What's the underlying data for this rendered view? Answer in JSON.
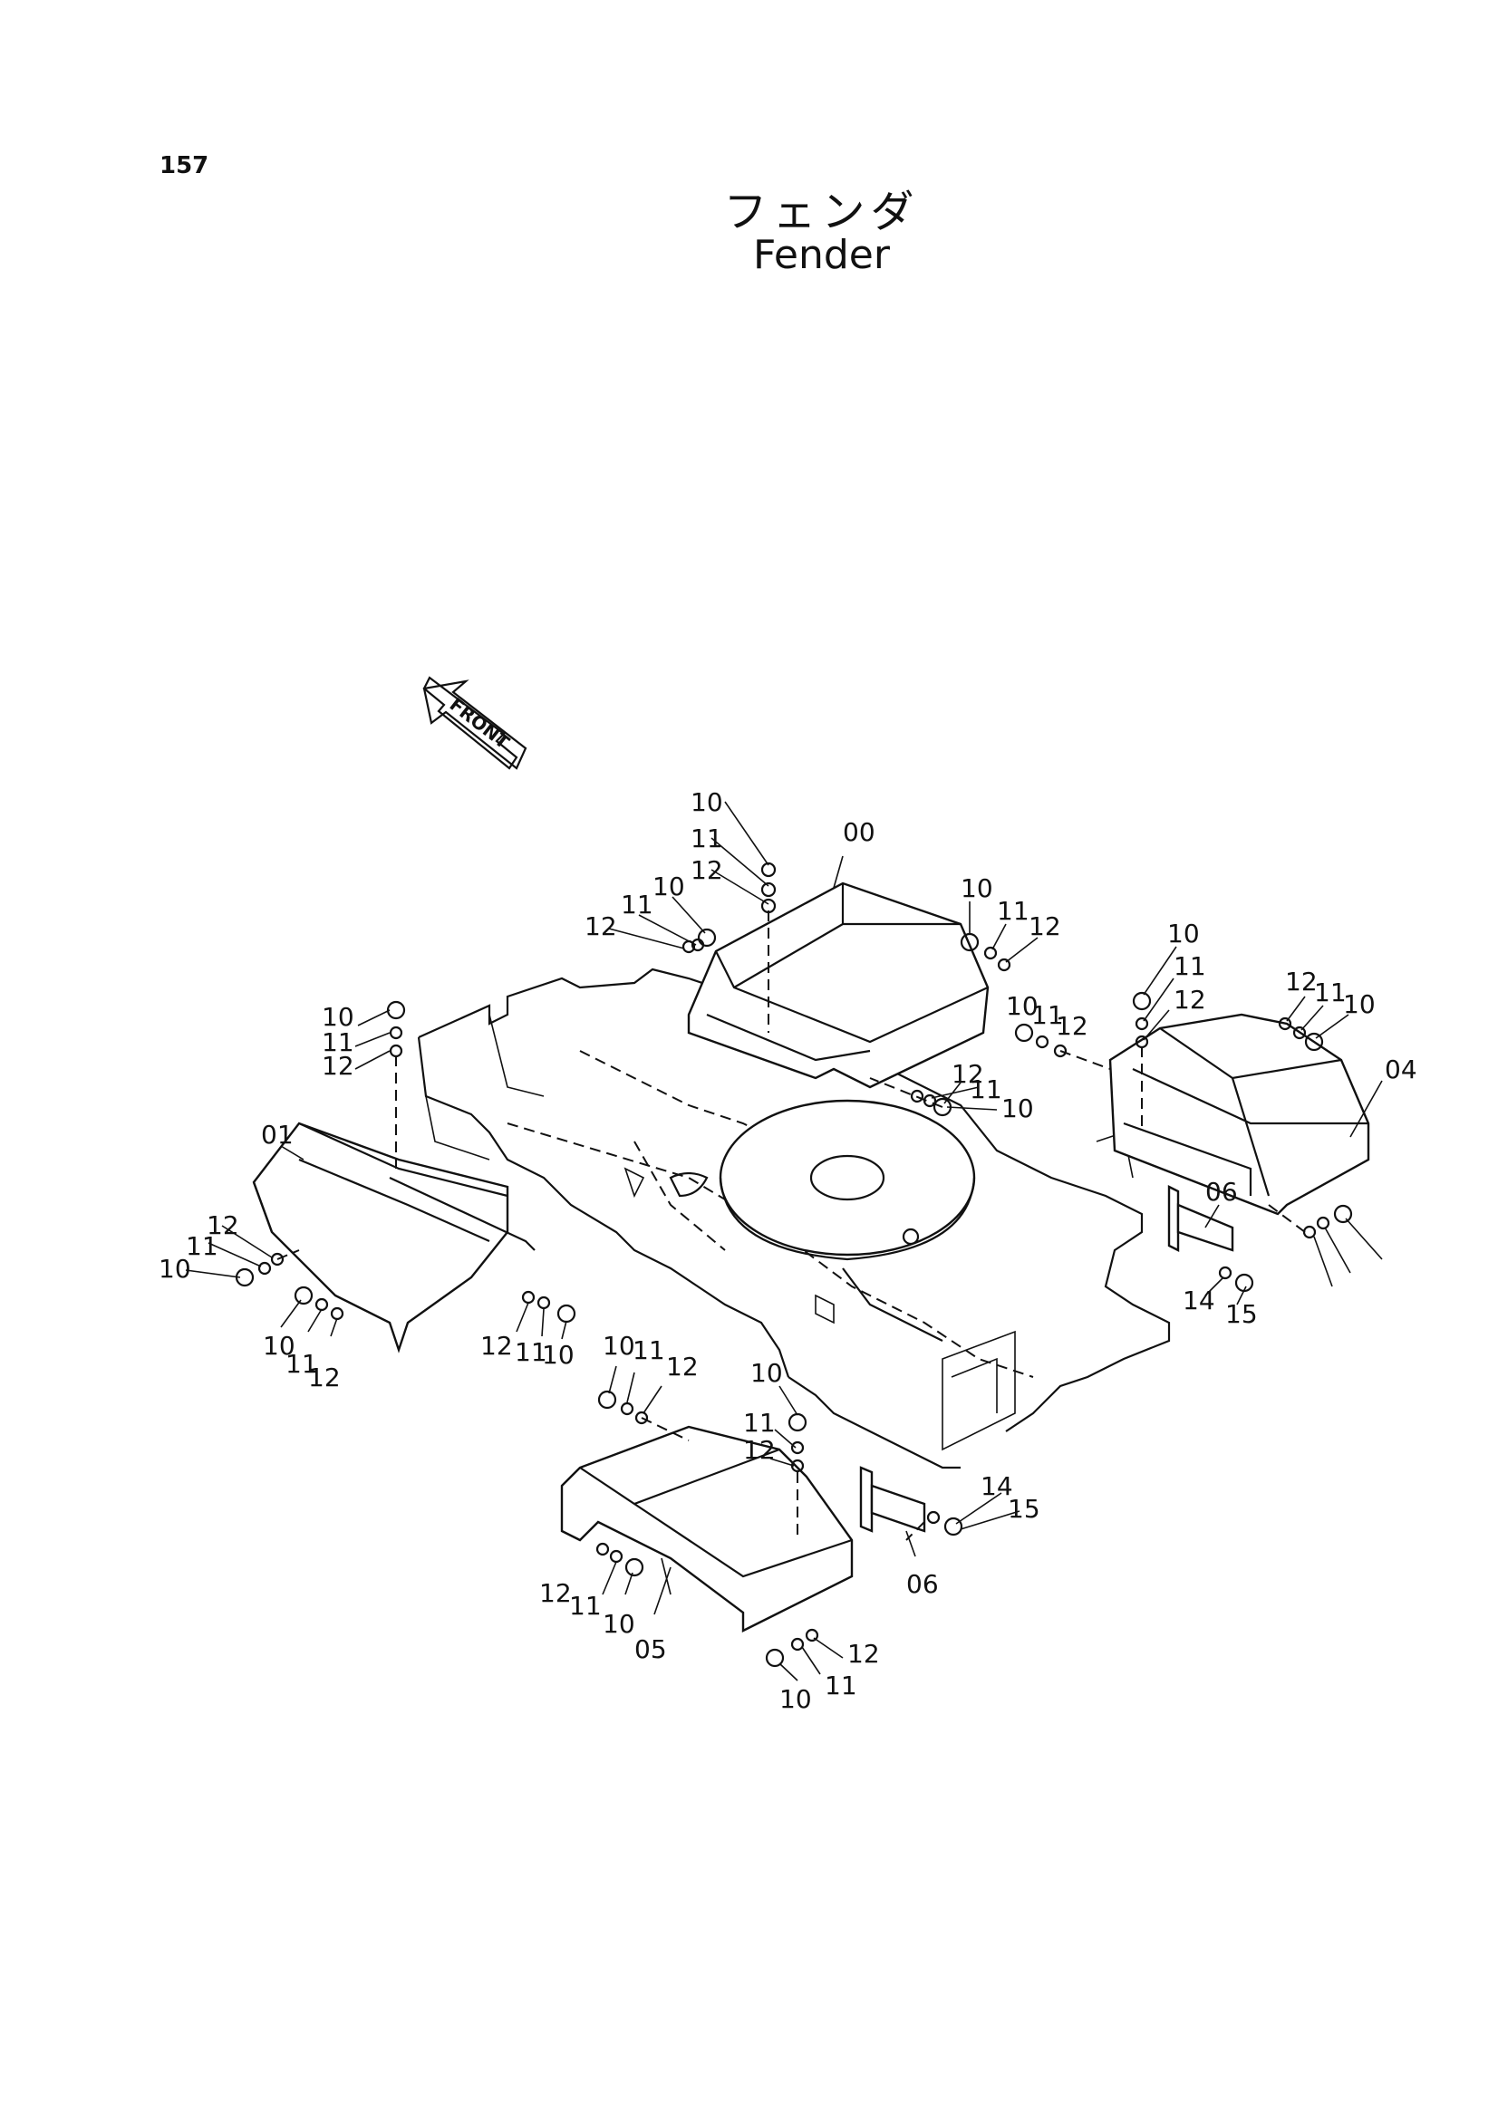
{
  "page_number": "157",
  "title_jp": "フェンダ",
  "title_en": "Fender",
  "front_label": "FRONT",
  "callouts": {
    "c00": "00",
    "c01": "01",
    "c04": "04",
    "c05": "05",
    "c06a": "06",
    "c06b": "06",
    "a10": "10",
    "a11": "11",
    "a12": "12",
    "b10": "10",
    "b11": "11",
    "b12": "12",
    "c10": "10",
    "c11": "11",
    "c12": "12",
    "d10": "10",
    "d11": "11",
    "d12": "12",
    "e10": "10",
    "e11": "11",
    "e12": "12",
    "f10": "10",
    "f11": "11",
    "f12": "12",
    "g10": "10",
    "g11": "11",
    "g12": "12",
    "h10": "10",
    "h11": "11",
    "h12": "12",
    "i10": "10",
    "i11": "11",
    "i12": "12",
    "j10": "10",
    "j11": "11",
    "j12": "12",
    "k10": "10",
    "k11": "11",
    "k12": "12",
    "l10": "10",
    "l11": "11",
    "l12": "12",
    "m10": "10",
    "m11": "11",
    "m12": "12",
    "n10": "10",
    "n11": "11",
    "n12": "12",
    "o10": "10",
    "o11": "11",
    "o12": "12",
    "p14": "14",
    "p15": "15",
    "q14": "14",
    "q15": "15"
  }
}
